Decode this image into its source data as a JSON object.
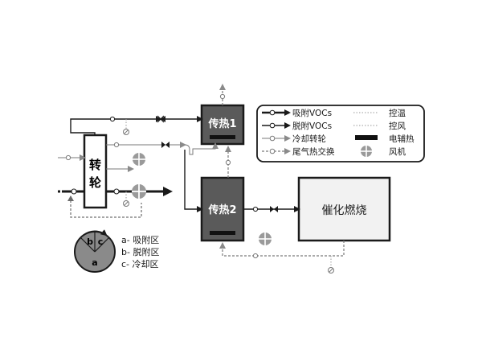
{
  "units": {
    "rotor": "转轮",
    "heat1": "传热1",
    "heat2": "传热2",
    "catalytic": "催化燃烧"
  },
  "legend": {
    "adsorb_vocs": "吸附VOCs",
    "desorb_vocs": "脱附VOCs",
    "cooling_rotor": "冷却转轮",
    "tail_gas": "尾气热交换",
    "temp_control": "控温",
    "air_control": "控风",
    "electric_heat": "电辅热",
    "fan": "风机"
  },
  "zones": {
    "a_mark": "a",
    "b_mark": "b",
    "c_mark": "c",
    "a_desc": "a- 吸附区",
    "b_desc": "b- 脱附区",
    "c_desc": "c- 冷却区"
  },
  "colors": {
    "box_dark": "#5a5a5a",
    "box_light": "#f2f2f2",
    "line": "#1a1a1a",
    "dashed": "#8a8a8a"
  }
}
